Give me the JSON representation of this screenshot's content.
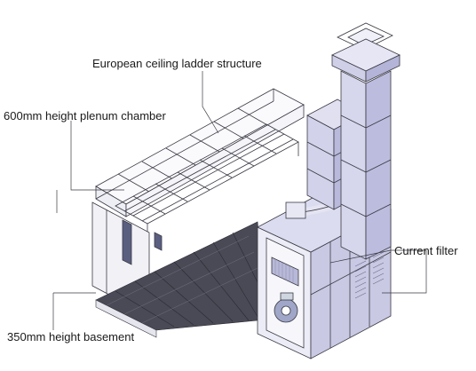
{
  "diagram": {
    "labels": {
      "ceiling": "European ceiling ladder structure",
      "plenum": "600mm height plenum chamber",
      "filter": "Current filter",
      "basement": "350mm height basement"
    },
    "colors": {
      "line": "#3a3a44",
      "tower": "#d9d9ef",
      "tower_dark": "#c2c2e0",
      "wall": "#f2f2f6",
      "floor": "#4a4a56",
      "duct": "#e8e8f4",
      "filter_unit": "#b8b8d8",
      "glass": "#cfd6e0"
    }
  }
}
